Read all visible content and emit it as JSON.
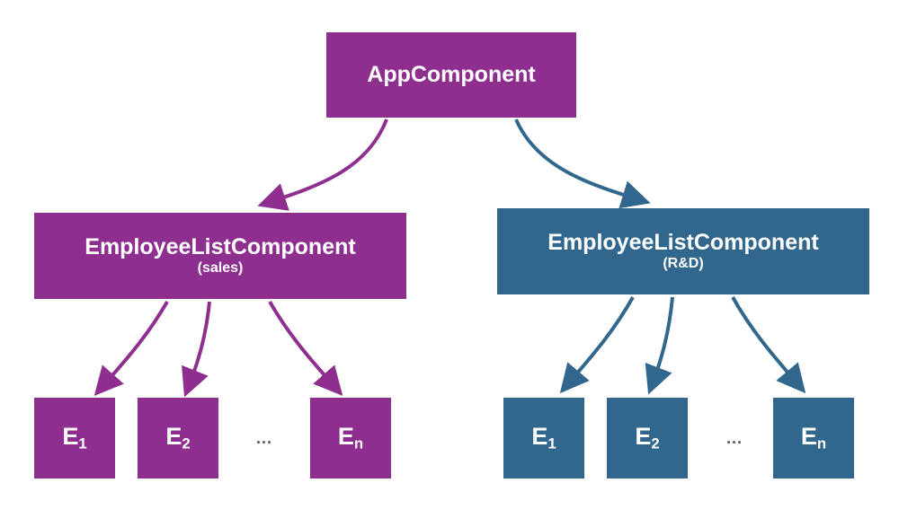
{
  "colors": {
    "purple": "#8e2f8f",
    "blue": "#31678d"
  },
  "root": {
    "label": "AppComponent"
  },
  "groups": [
    {
      "name": "sales",
      "label": "EmployeeListComponent",
      "sublabel": "(sales)",
      "ellipsis": "...",
      "children": [
        {
          "main": "E",
          "sub": "1"
        },
        {
          "main": "E",
          "sub": "2"
        },
        {
          "main": "E",
          "sub": "n"
        }
      ]
    },
    {
      "name": "rnd",
      "label": "EmployeeListComponent",
      "sublabel": "(R&D)",
      "ellipsis": "...",
      "children": [
        {
          "main": "E",
          "sub": "1"
        },
        {
          "main": "E",
          "sub": "2"
        },
        {
          "main": "E",
          "sub": "n"
        }
      ]
    }
  ]
}
